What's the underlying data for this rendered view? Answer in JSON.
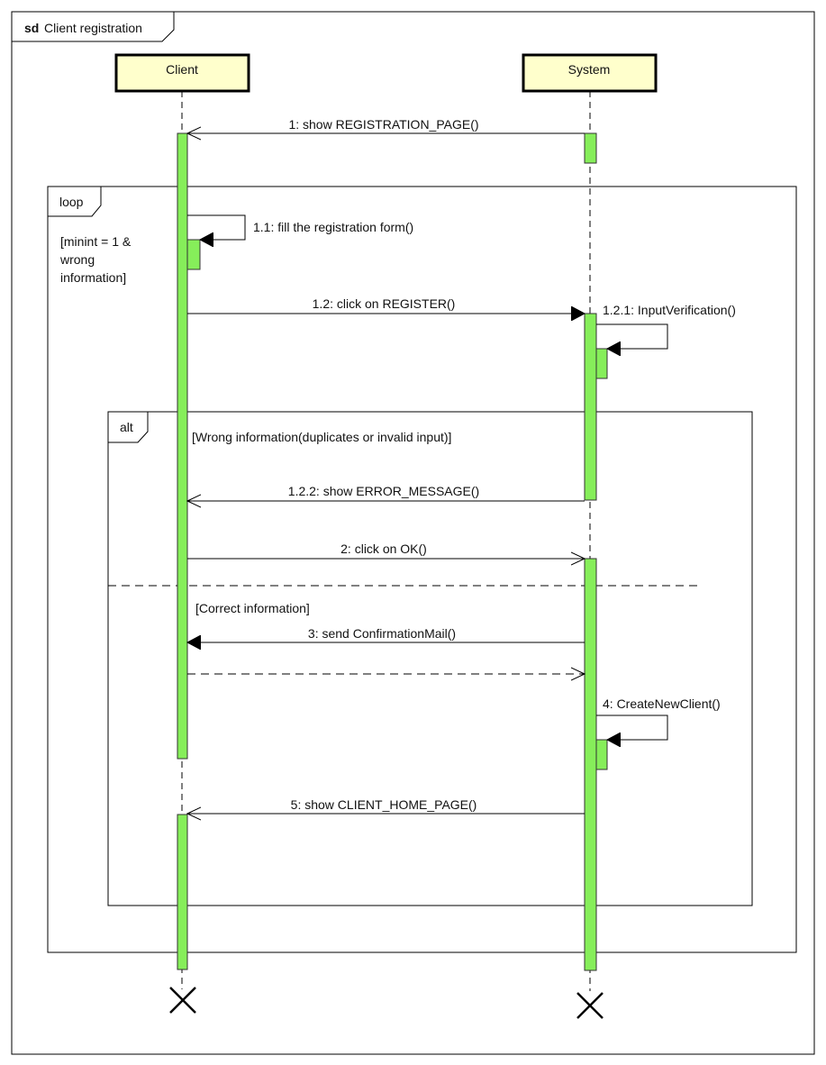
{
  "diagram": {
    "kind_tag": "sd",
    "title": "Client registration",
    "lifelines": {
      "client": "Client",
      "system": "System"
    },
    "fragments": {
      "loop": {
        "operator": "loop",
        "guard_lines": [
          "[minint = 1 &",
          "wrong",
          "information]"
        ]
      },
      "alt": {
        "operator": "alt",
        "guard_1": "[Wrong information(duplicates or invalid input)]",
        "guard_2": "[Correct information]"
      }
    },
    "messages": {
      "m1": "1: show REGISTRATION_PAGE()",
      "m1_1": "1.1: fill  the registration form()",
      "m1_2": "1.2: click on REGISTER()",
      "m1_2_1": "1.2.1: InputVerification()",
      "m1_2_2": "1.2.2: show ERROR_MESSAGE()",
      "m2": "2: click on OK()",
      "m3": "3: send ConfirmationMail()",
      "m3_return": "",
      "m4": "4: CreateNewClient()",
      "m5": "5: show CLIENT_HOME_PAGE()"
    },
    "colors": {
      "activation": "#86ee5a",
      "lifeline_head": "#ffffcc",
      "line": "#000000"
    }
  }
}
